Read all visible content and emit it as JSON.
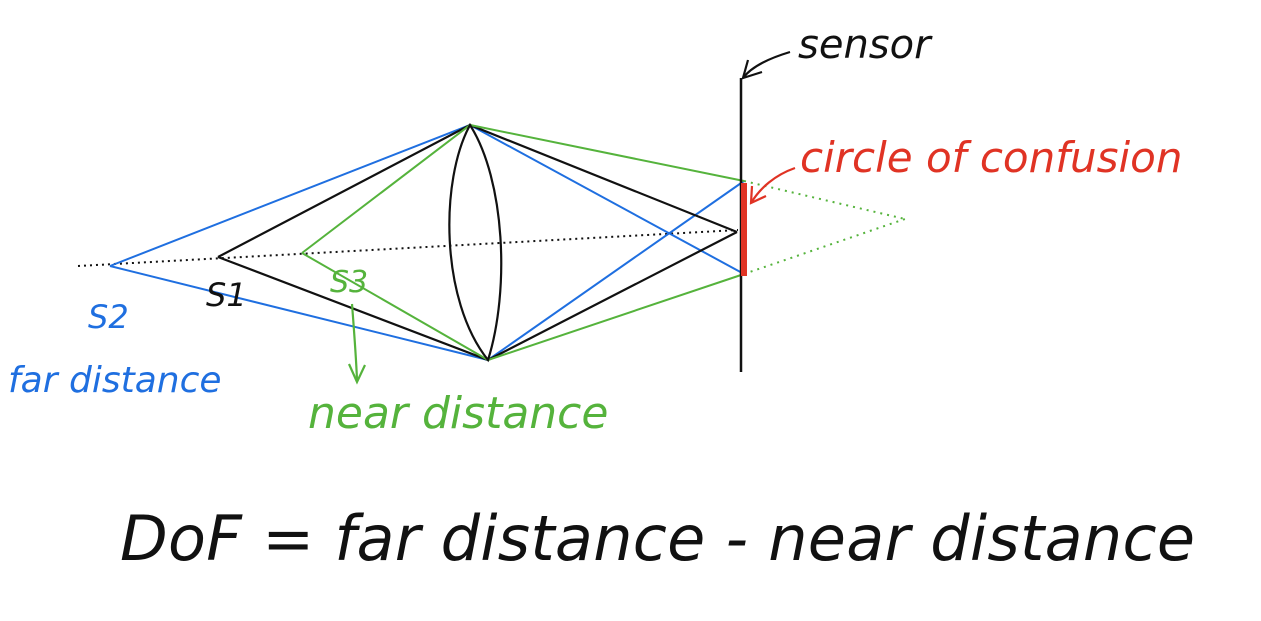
{
  "labels": {
    "sensor": "sensor",
    "circle_of_confusion": "circle of confusion",
    "s2": "S2",
    "s1": "S1",
    "s3": "S3",
    "far_distance": "far distance",
    "near_distance": "near distance",
    "equation": "DoF = far distance - near distance"
  },
  "colors": {
    "far": "#1f6fe0",
    "focus": "#111111",
    "near": "#55b33c",
    "coc": "#e03324"
  }
}
